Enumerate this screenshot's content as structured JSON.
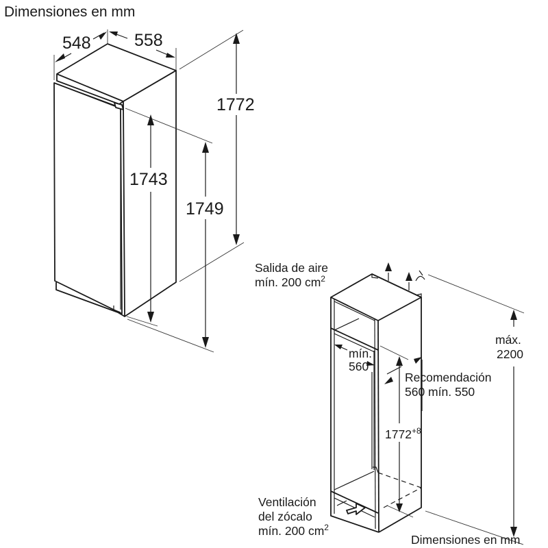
{
  "title_top": "Dimensiones en mm",
  "title_bottom": "Dimensiones en mm",
  "appliance": {
    "width_depth": "548",
    "width": "558",
    "height_total": "1772",
    "height_body": "1743",
    "height_door": "1749"
  },
  "niche": {
    "air_outlet_line1": "Salida de aire",
    "air_outlet_line2": "mín. 200 cm",
    "air_outlet_sup": "2",
    "min_width_line1": "mín.",
    "min_width_line2": "560",
    "recommendation_line1": "Recomendación",
    "recommendation_line2": "560 mín. 550",
    "niche_height": "1772",
    "niche_height_sup": "+8",
    "max_height_line1": "máx.",
    "max_height_line2": "2200",
    "plinth_vent_line1": "Ventilación",
    "plinth_vent_line2": "del zócalo",
    "plinth_vent_line3": "mín. 200 cm",
    "plinth_vent_sup": "2"
  },
  "colors": {
    "line": "#1a1a1a",
    "background": "#ffffff"
  }
}
